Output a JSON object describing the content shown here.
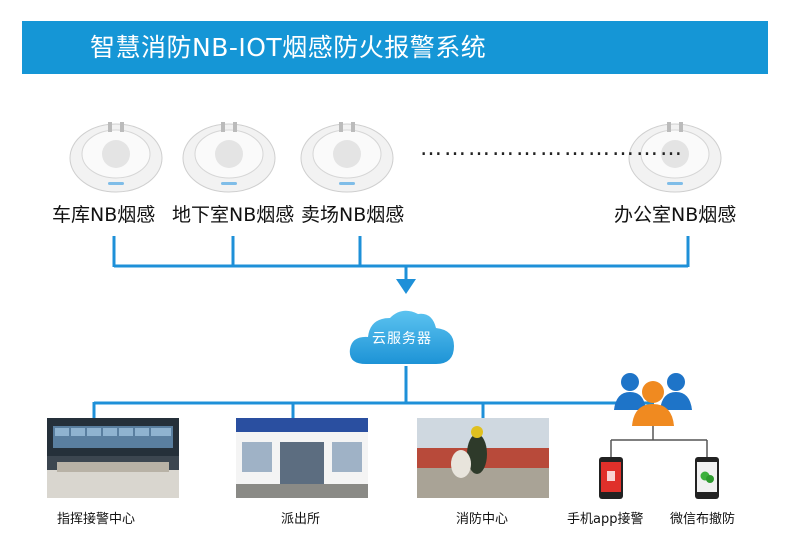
{
  "banner": {
    "title": "智慧消防NB-IOT烟感防火报警系统"
  },
  "detectors": [
    {
      "label": "车库NB烟感"
    },
    {
      "label": "地下室NB烟感"
    },
    {
      "label": "卖场NB烟感"
    },
    {
      "label": "办公室NB烟感"
    }
  ],
  "ellipsis": "……………………………",
  "cloud": {
    "label": "云服务器"
  },
  "stations": [
    {
      "label": "指挥接警中心"
    },
    {
      "label": "派出所"
    },
    {
      "label": "消防中心"
    }
  ],
  "mobile": [
    {
      "label": "手机app接警",
      "icon": "phone-red-icon"
    },
    {
      "label": "微信布撤防",
      "icon": "phone-wechat-icon"
    }
  ],
  "colors": {
    "banner": "#1596d6",
    "line": "#1e90d8",
    "cloud": "#2aa7e6"
  }
}
